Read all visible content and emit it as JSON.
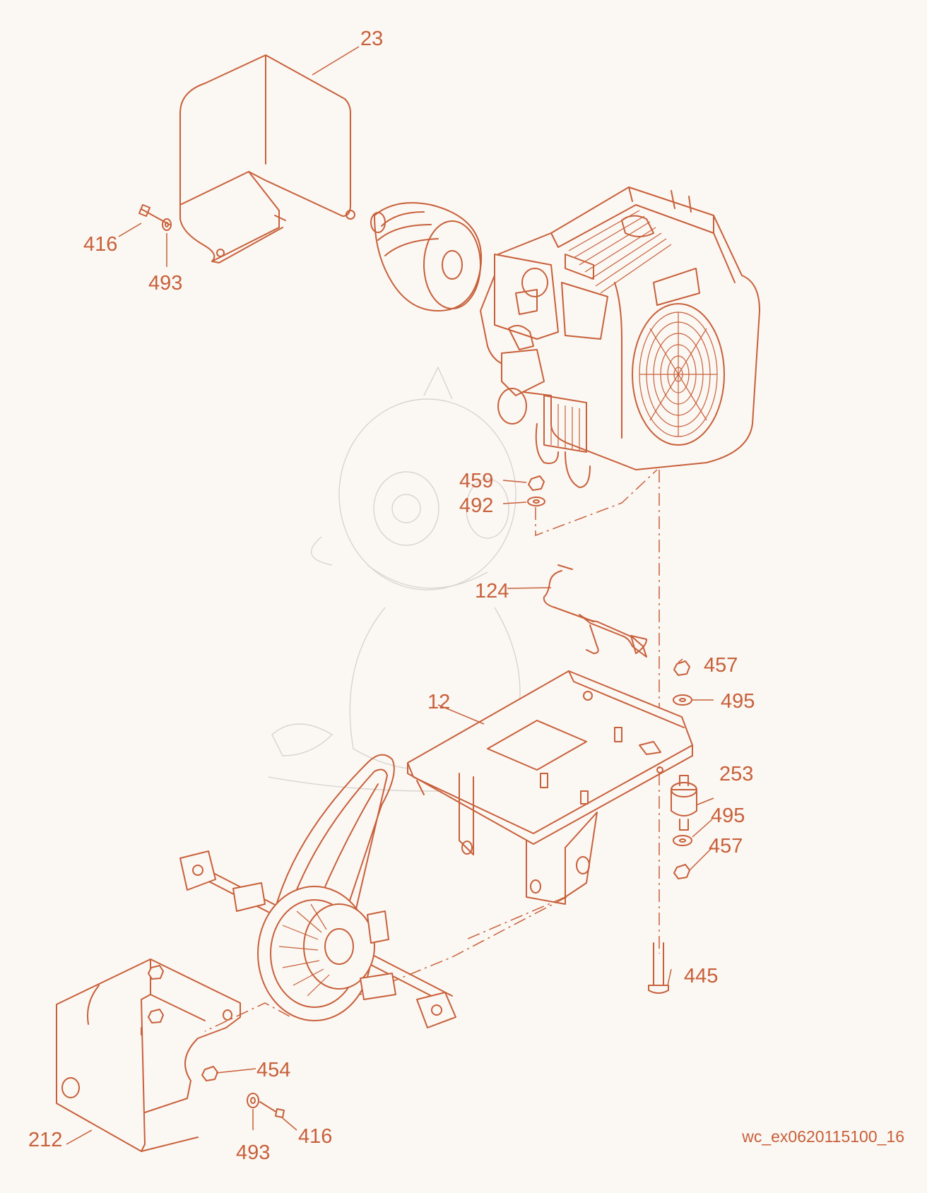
{
  "colors": {
    "line": "#c8603a",
    "background": "#fbf7f3",
    "ghost": "#d9d4d0"
  },
  "callouts": {
    "c23": "23",
    "c416a": "416",
    "c493a": "493",
    "c459": "459",
    "c492": "492",
    "c124": "124",
    "c457a": "457",
    "c495a": "495",
    "c12": "12",
    "c253": "253",
    "c495b": "495",
    "c457b": "457",
    "c445": "445",
    "c454": "454",
    "c212": "212",
    "c493b": "493",
    "c416b": "416"
  },
  "reference_code": "wc_ex0620115100_16"
}
